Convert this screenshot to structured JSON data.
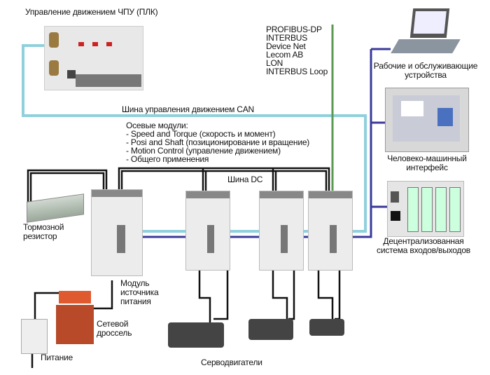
{
  "title": "Управление движением ЧПУ (ПЛК)",
  "fieldbus": {
    "items": [
      "PROFIBUS-DP",
      "INTERBUS",
      "Device Net",
      "Lecom AB",
      "LON",
      "INTERBUS Loop"
    ]
  },
  "labels": {
    "operator_devices": [
      "Рабочие и обслуживающие",
      "устройства"
    ],
    "can_bus": "Шина управления движением CAN",
    "axis_modules_title": "Осевые модули:",
    "axis_modules": [
      "- Speed and Torque (скорость и момент)",
      "- Posi and Shaft (позиционирование и вращение)",
      "- Motion Control (управление движением)",
      "- Общего применения"
    ],
    "dc_bus": "Шина DC",
    "hmi": [
      "Человеко-машинный",
      "интерфейс"
    ],
    "brake_resistor": [
      "Тормозной",
      "резистор"
    ],
    "decentral_io": [
      "Децентрализованная",
      "система входов/выходов"
    ],
    "power_module": [
      "Модуль",
      "источника",
      "питания"
    ],
    "line_choke": [
      "Сетевой",
      "дроссель"
    ],
    "power_supply": "Питание",
    "servo_motors": "Серводвигатели"
  },
  "colors": {
    "can_line": "#8fd0dc",
    "fieldbus_line": "#5a9a50",
    "system_bus_line": "#3a3a9a",
    "power_cable": "#111111"
  },
  "icons": {
    "plc": "plc-controller-icon",
    "laptop": "laptop-icon",
    "hmi": "hmi-panel-icon",
    "io": "io-module-icon",
    "drive": "servo-drive-icon",
    "motor": "servo-motor-icon",
    "resistor": "brake-resistor-icon",
    "choke": "line-choke-icon",
    "breaker": "circuit-breaker-icon"
  }
}
